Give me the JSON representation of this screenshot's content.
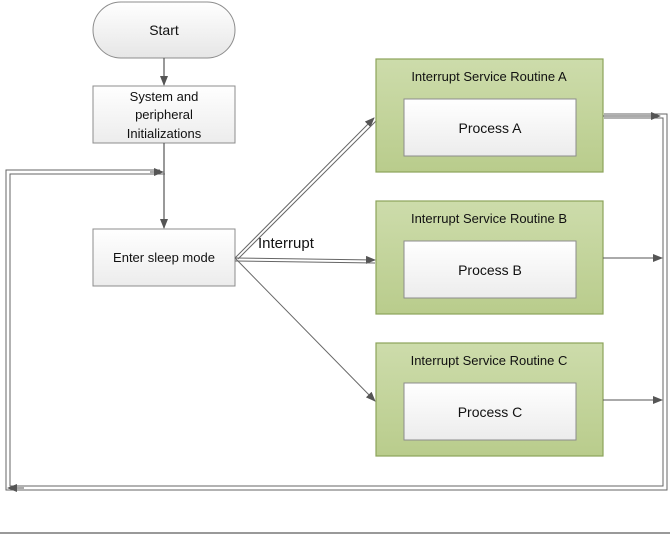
{
  "flowchart": {
    "start": "Start",
    "init": [
      "System and",
      "peripheral",
      "Initializations"
    ],
    "sleep": "Enter sleep mode",
    "edge_label": "Interrupt",
    "isr_a": {
      "title": "Interrupt Service Routine A",
      "process": "Process A"
    },
    "isr_b": {
      "title": "Interrupt Service Routine B",
      "process": "Process B"
    },
    "isr_c": {
      "title": "Interrupt Service Routine C",
      "process": "Process C"
    }
  },
  "colors": {
    "isr_fill": "#c5d6a0",
    "isr_border": "#8ca35a",
    "node_fill": "#f2f2f2",
    "node_border": "#8c8c8c",
    "line": "#555555"
  }
}
